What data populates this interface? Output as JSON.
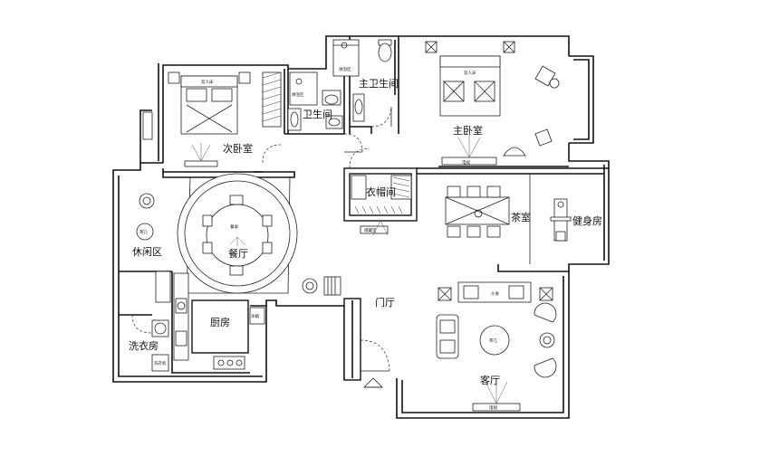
{
  "rooms": {
    "master_bath": "主卫生间",
    "secondary_bath": "卫生间",
    "master_bedroom": "主卧室",
    "second_bedroom": "次卧室",
    "closet": "衣帽间",
    "tea_room": "茶室",
    "gym": "健身房",
    "leisure": "休闲区",
    "dining": "餐厅",
    "kitchen": "厨房",
    "laundry": "洗衣房",
    "foyer": "门厅",
    "living": "客厅"
  },
  "colors": {
    "line": "#111111",
    "background": "#ffffff"
  }
}
